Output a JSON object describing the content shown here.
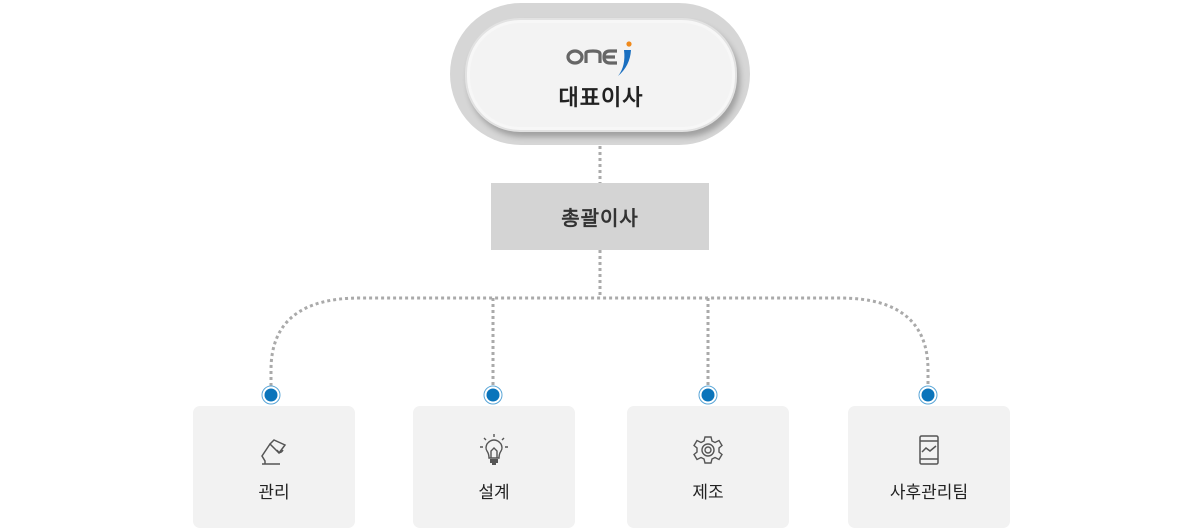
{
  "ceo": {
    "logo_text": "onej",
    "title": "대표이사"
  },
  "general_manager": {
    "title": "총괄이사"
  },
  "departments": [
    {
      "label": "관리",
      "icon": "desk-lamp-icon"
    },
    {
      "label": "설계",
      "icon": "lightbulb-icon"
    },
    {
      "label": "제조",
      "icon": "gear-icon"
    },
    {
      "label": "사후관리팀",
      "icon": "mobile-chart-icon"
    }
  ],
  "colors": {
    "accent": "#0a74bb",
    "connector": "#aaaaaa",
    "card": "#f2f2f2",
    "gm_box": "#d4d4d4"
  }
}
